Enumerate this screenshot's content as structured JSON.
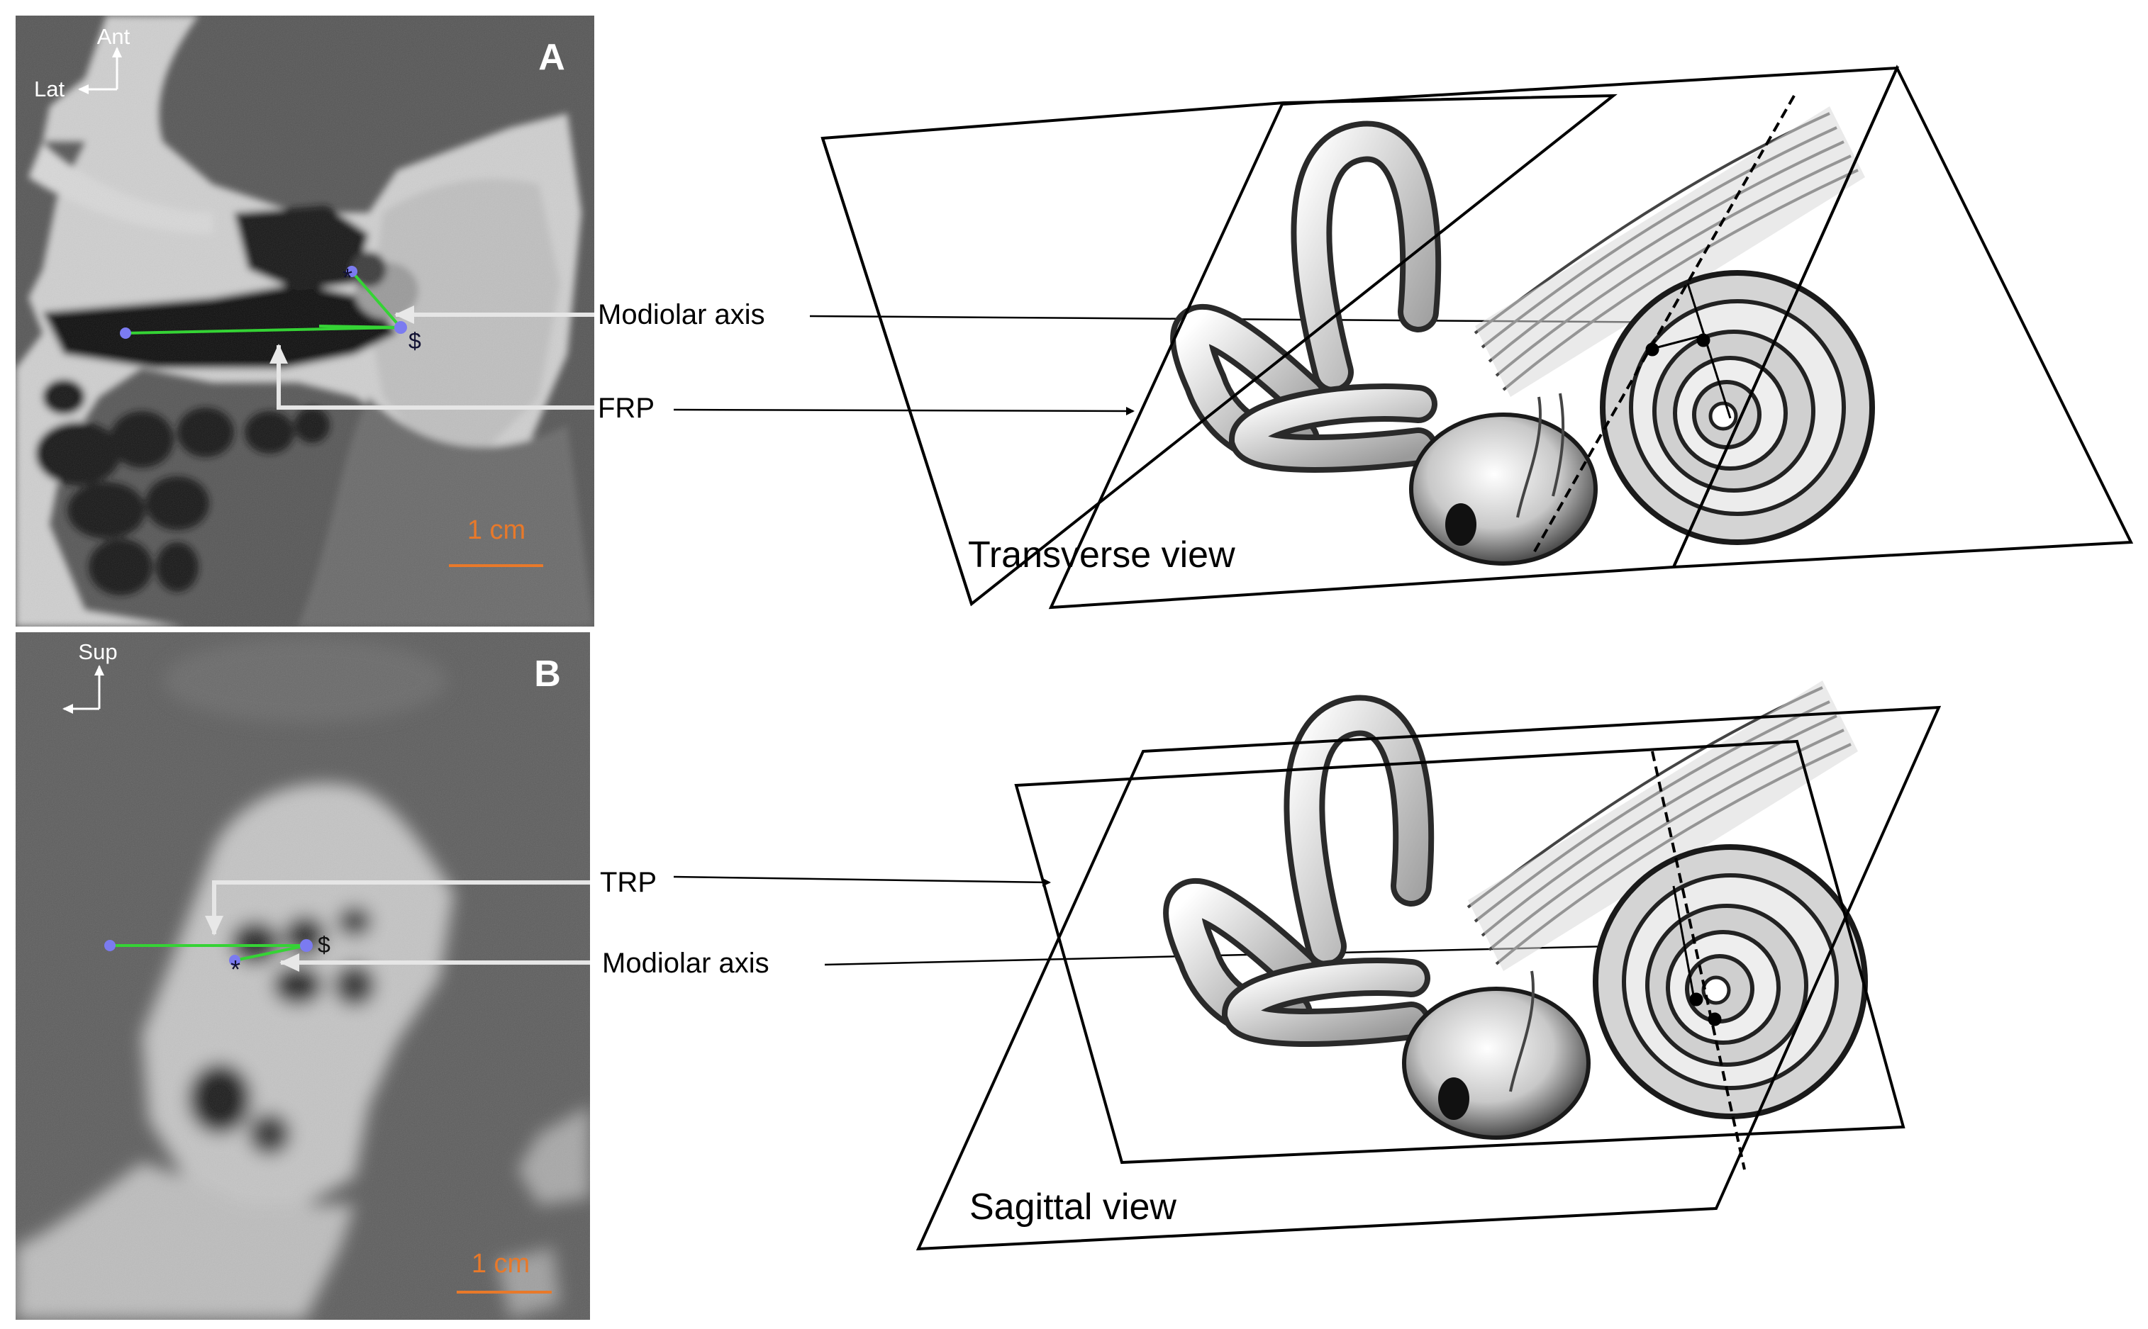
{
  "panels": [
    {
      "letter": "A",
      "orient_primary": "Ant",
      "orient_secondary": "Lat",
      "scale_label": "1 cm",
      "point_star": "*",
      "point_dollar": "$"
    },
    {
      "letter": "B",
      "orient_primary": "Sup",
      "scale_label": "1 cm",
      "point_star": "*",
      "point_dollar": "$"
    }
  ],
  "callouts": {
    "top_modiolar": "Modiolar axis",
    "frp": "FRP",
    "trp": "TRP",
    "bottom_modiolar": "Modiolar axis"
  },
  "views": {
    "transverse": "Transverse view",
    "sagittal": "Sagittal view"
  },
  "colors": {
    "measure_line": "#35d335",
    "landmark_dot": "#7b7bf0",
    "scale_bar": "#e8792a",
    "ct_background": "#555555",
    "bone": "#c9c9c9",
    "air": "#151515",
    "callout_arrow": "#e0e0e0",
    "plane_stroke": "#000000"
  }
}
